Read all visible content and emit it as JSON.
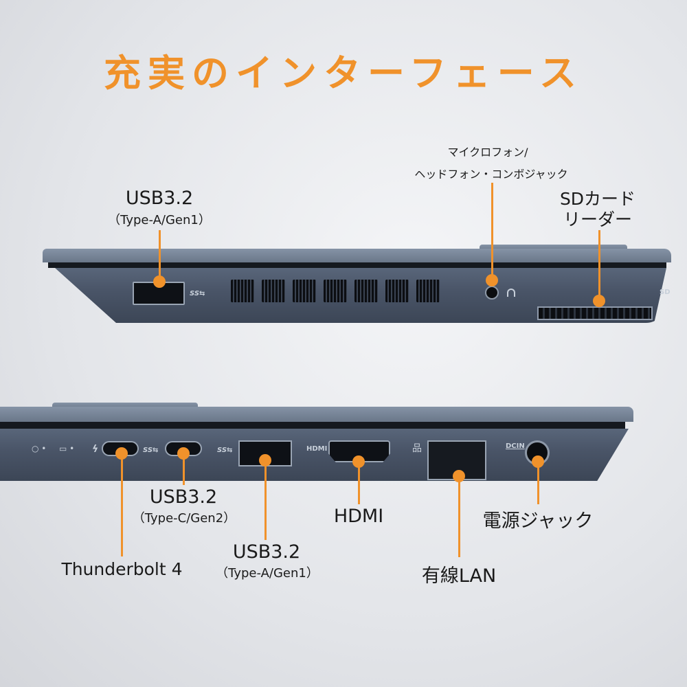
{
  "title": "充実のインターフェース",
  "accent_color": "#f0922b",
  "top_side": {
    "labels": {
      "usb_a": {
        "name": "USB3.2",
        "spec": "（Type-A/Gen1）"
      },
      "audio": {
        "line1": "マイクロフォン/",
        "line2": "ヘッドフォン・コンボジャック"
      },
      "sd": {
        "line1": "SDカード",
        "line2": "リーダー"
      }
    },
    "port_icons": {
      "usb": "SS⇆",
      "sd": "SD"
    }
  },
  "bottom_side": {
    "labels": {
      "thunderbolt": "Thunderbolt 4",
      "usb_c": {
        "name": "USB3.2",
        "spec": "（Type-C/Gen2）"
      },
      "usb_a": {
        "name": "USB3.2",
        "spec": "（Type-A/Gen1）"
      },
      "hdmi": "HDMI",
      "lan": "有線LAN",
      "dc": "電源ジャック"
    },
    "port_icons": {
      "hdmi": "HDMI",
      "dcin": "DCIN",
      "usb_c": "SS⇆",
      "usb_a": "SS⇆",
      "thunderbolt": "ϟ"
    }
  }
}
